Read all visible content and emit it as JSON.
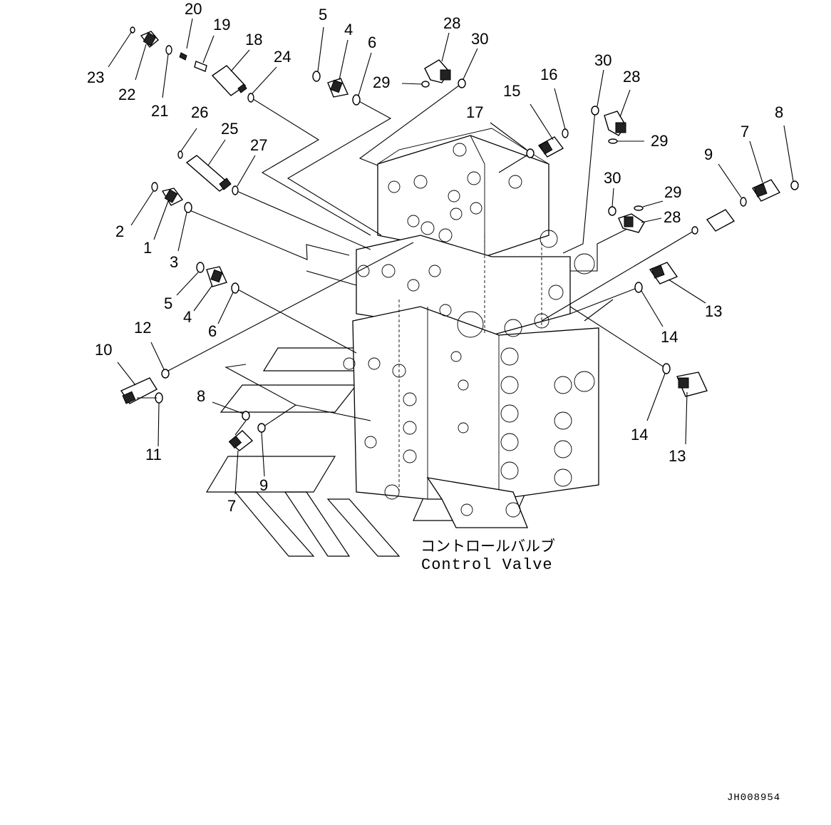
{
  "diagram": {
    "callouts": [
      "1",
      "2",
      "3",
      "4",
      "5",
      "6",
      "7",
      "8",
      "9",
      "10",
      "11",
      "12",
      "13",
      "14",
      "15",
      "16",
      "17",
      "18",
      "19",
      "20",
      "21",
      "22",
      "23",
      "24",
      "25",
      "26",
      "27",
      "28",
      "29",
      "30"
    ],
    "assembly_label_jp": "コントロールバルブ",
    "assembly_label_en": "Control Valve",
    "drawing_code": "JH008954"
  }
}
